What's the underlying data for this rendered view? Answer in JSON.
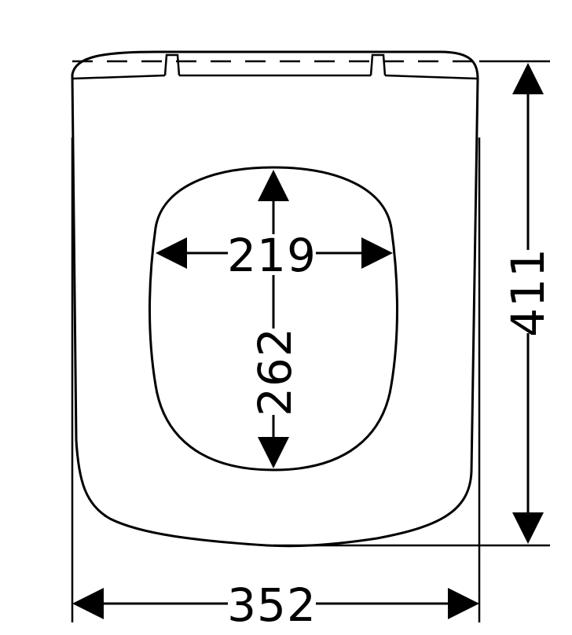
{
  "dimensions": {
    "overall_width": "352",
    "overall_depth": "411",
    "opening_width": "219",
    "opening_depth": "262"
  },
  "colors": {
    "line": "#000000",
    "background": "#ffffff"
  }
}
